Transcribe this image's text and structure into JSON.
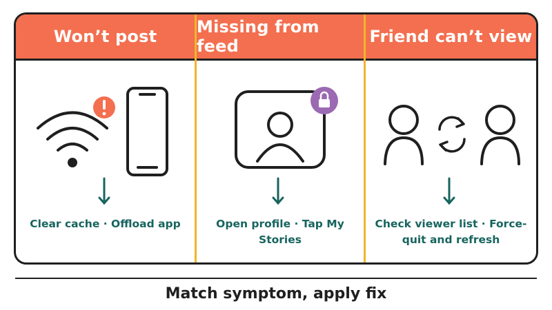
{
  "columns": [
    {
      "title": "Won’t post",
      "fix": "Clear cache · Offload app",
      "icons": [
        "wifi-icon",
        "alert-badge-icon",
        "phone-icon"
      ]
    },
    {
      "title": "Missing from feed",
      "fix": "Open profile · Tap My Stories",
      "icons": [
        "profile-frame-icon",
        "lock-badge-icon"
      ]
    },
    {
      "title": "Friend can’t view",
      "fix": "Check viewer list · Force-quit and refresh",
      "icons": [
        "person-icon",
        "refresh-icon",
        "person-icon"
      ]
    }
  ],
  "caption": "Match symptom, apply fix",
  "colors": {
    "header": "#f36f4f",
    "divider": "#f1b52a",
    "fix_text": "#17645e",
    "alert_badge": "#f36f4f",
    "lock_badge": "#9b6ab3",
    "outline": "#1f1f1f"
  }
}
